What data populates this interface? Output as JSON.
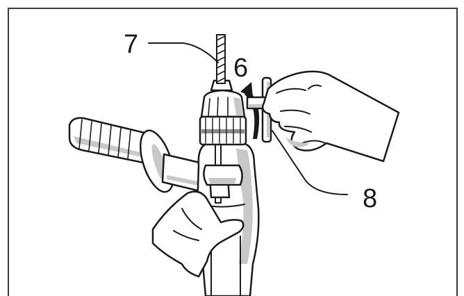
{
  "figure": {
    "callouts": [
      {
        "id": "drill-bit",
        "label": "7"
      },
      {
        "id": "keyless-chuck-sleeve",
        "label": "6"
      },
      {
        "id": "chuck-key",
        "label": "8"
      }
    ],
    "colors": {
      "ink": "#1a1a1a",
      "shade": "#c8c8c8",
      "frame": "#3a3a3a"
    }
  }
}
